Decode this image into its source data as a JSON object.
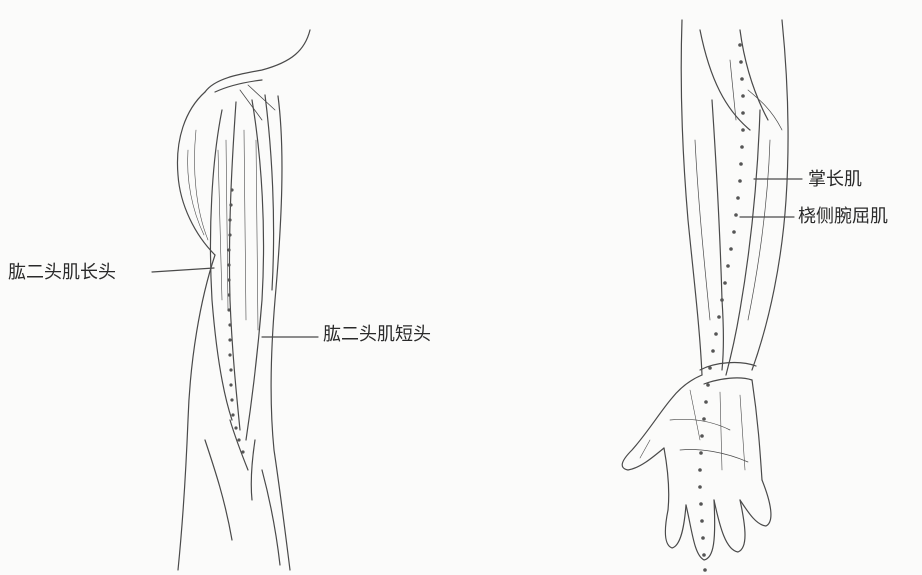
{
  "labels": {
    "biceps_long_head": "肱二头肌长头",
    "biceps_short_head": "肱二头肌短头",
    "palmaris_longus": "掌长肌",
    "flexor_carpi_radialis": "桡侧腕屈肌"
  },
  "colors": {
    "ink": "#4a4a4a",
    "dots": "#555555",
    "background": "#fbfbfa"
  }
}
